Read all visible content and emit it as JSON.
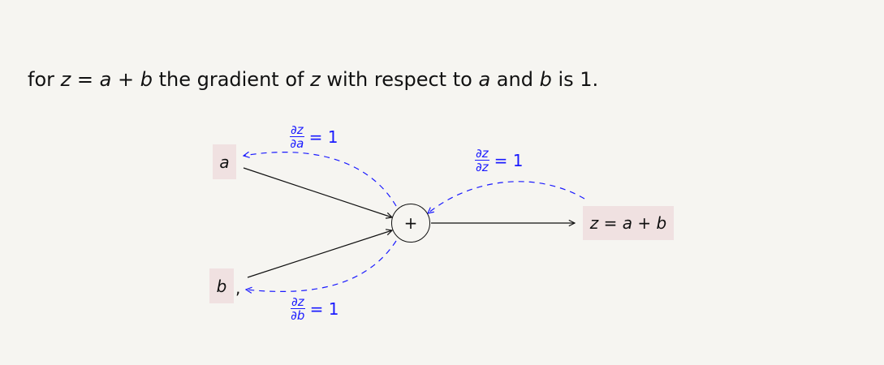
{
  "caption": {
    "p1": "for ",
    "z1": "z",
    "p2": " = ",
    "a1": "a",
    "p3": " + ",
    "b1": "b",
    "p4": " the gradient of ",
    "z2": "z",
    "p5": " with respect to ",
    "a2": "a",
    "p6": " and ",
    "b2": "b",
    "p7": " is 1."
  },
  "nodes": {
    "a": "a",
    "b": "b",
    "b_comma": ",",
    "op": "+",
    "z": "z = a + b"
  },
  "gradients": [
    {
      "num": "∂z",
      "den": "∂a",
      "value": "= 1"
    },
    {
      "num": "∂z",
      "den": "∂z",
      "value": "= 1"
    },
    {
      "num": "∂z",
      "den": "∂b",
      "value": "= 1"
    }
  ],
  "colors": {
    "gradient": "#1a1aff",
    "node_bg": "#f0e1e1",
    "background": "#f6f5f1"
  }
}
